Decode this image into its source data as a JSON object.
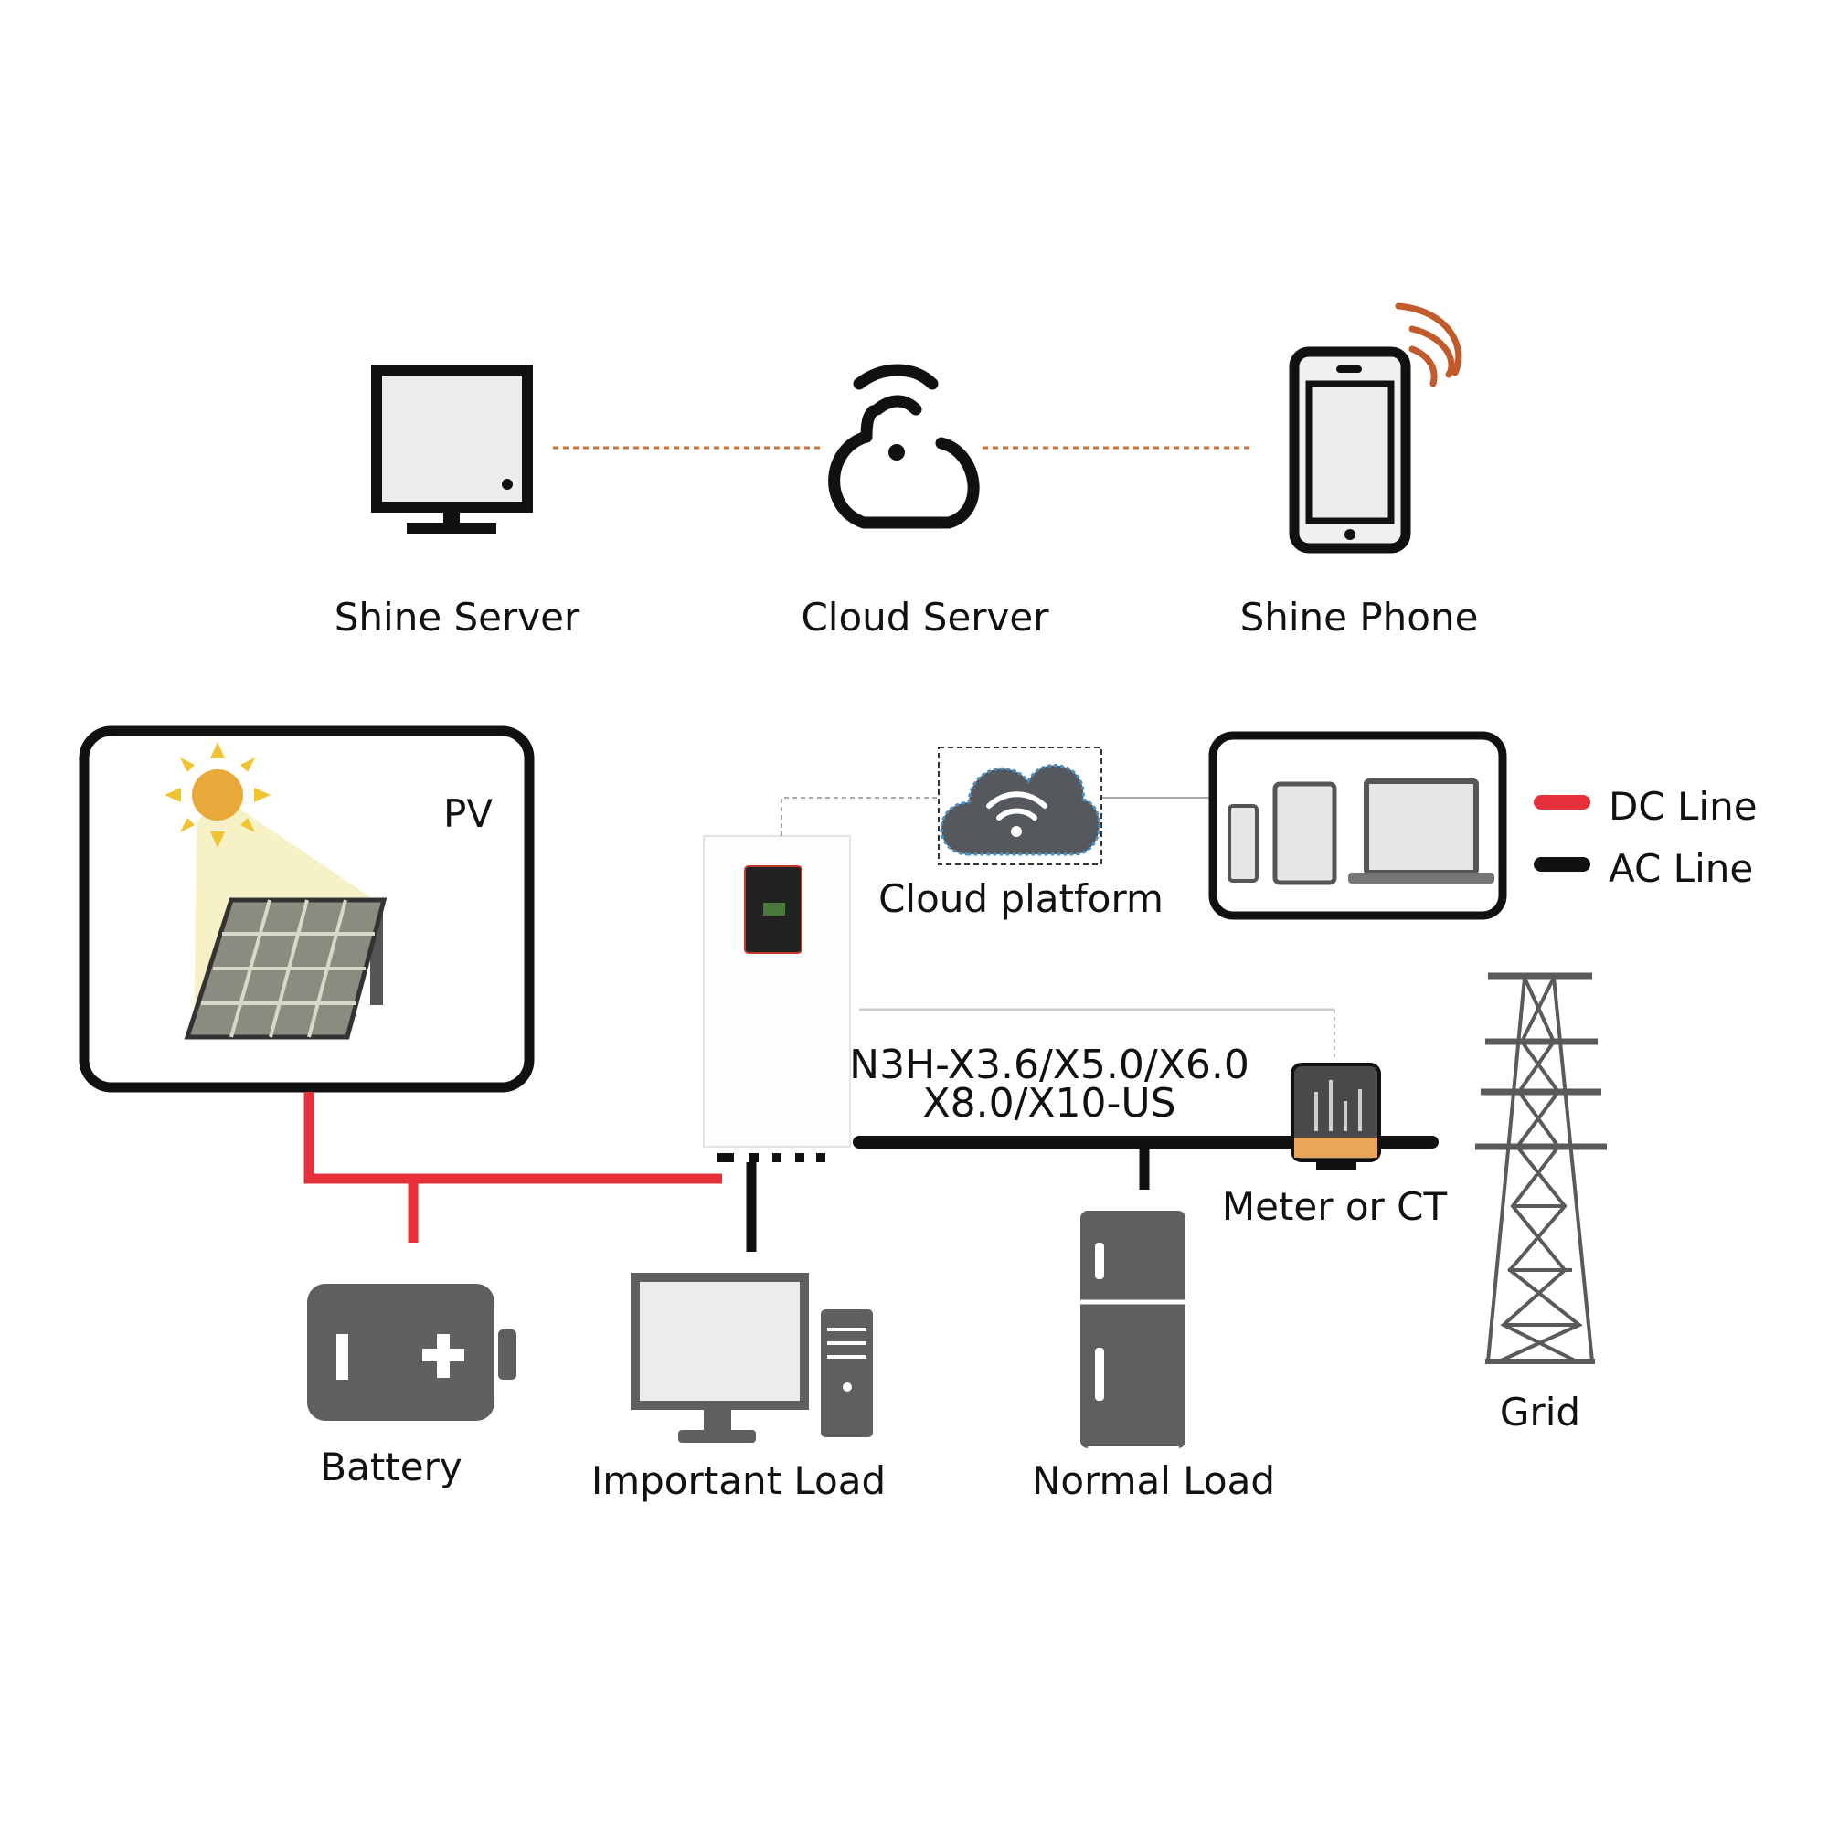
{
  "top_row": {
    "shine_server_label": "Shine Server",
    "cloud_server_label": "Cloud Server",
    "shine_phone_label": "Shine Phone"
  },
  "pv": {
    "label": "PV"
  },
  "cloud_platform": {
    "label": "Cloud platform"
  },
  "legend": {
    "dc_line_label": "DC Line",
    "ac_line_label": "AC Line",
    "dc_color": "#e8303b",
    "ac_color": "#111111"
  },
  "inverter": {
    "model_line1": "N3H-X3.6/X5.0/X6.0",
    "model_line2": "X8.0/X10-US"
  },
  "devices": {
    "meter_label": "Meter or CT",
    "grid_label": "Grid",
    "battery_label": "Battery",
    "important_load_label": "Important Load",
    "normal_load_label": "Normal Load"
  },
  "colors": {
    "link_dashed": "#c8743a",
    "icon_gray": "#5f5f61",
    "signal": "#c25a2c",
    "sun": "#e8a93a"
  },
  "icons": [
    "monitor-icon",
    "cloud-wifi-icon",
    "smartphone-icon",
    "sun-icon",
    "solar-panel-icon",
    "battery-icon",
    "desktop-computer-icon",
    "refrigerator-icon",
    "meter-icon",
    "transmission-tower-icon",
    "devices-icon"
  ]
}
